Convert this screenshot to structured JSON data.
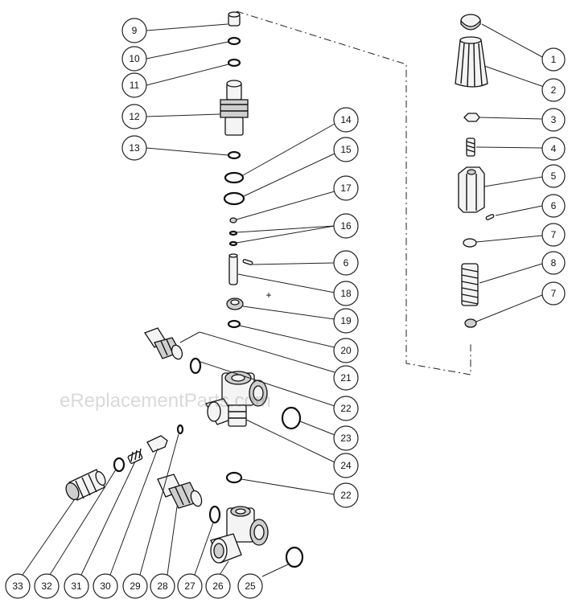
{
  "watermark": "eReplacementParts.com",
  "callouts": [
    {
      "id": "c1",
      "label": "1"
    },
    {
      "id": "c2",
      "label": "2"
    },
    {
      "id": "c3",
      "label": "3"
    },
    {
      "id": "c4",
      "label": "4"
    },
    {
      "id": "c5",
      "label": "5"
    },
    {
      "id": "c6a",
      "label": "6"
    },
    {
      "id": "c7a",
      "label": "7"
    },
    {
      "id": "c8",
      "label": "8"
    },
    {
      "id": "c7b",
      "label": "7"
    },
    {
      "id": "c9",
      "label": "9"
    },
    {
      "id": "c10",
      "label": "10"
    },
    {
      "id": "c11",
      "label": "11"
    },
    {
      "id": "c12",
      "label": "12"
    },
    {
      "id": "c13",
      "label": "13"
    },
    {
      "id": "c14",
      "label": "14"
    },
    {
      "id": "c15",
      "label": "15"
    },
    {
      "id": "c17",
      "label": "17"
    },
    {
      "id": "c16",
      "label": "16"
    },
    {
      "id": "c6b",
      "label": "6"
    },
    {
      "id": "c18",
      "label": "18"
    },
    {
      "id": "c19",
      "label": "19"
    },
    {
      "id": "c20",
      "label": "20"
    },
    {
      "id": "c21",
      "label": "21"
    },
    {
      "id": "c22a",
      "label": "22"
    },
    {
      "id": "c23",
      "label": "23"
    },
    {
      "id": "c24",
      "label": "24"
    },
    {
      "id": "c22b",
      "label": "22"
    },
    {
      "id": "c25",
      "label": "25"
    },
    {
      "id": "c26",
      "label": "26"
    },
    {
      "id": "c27",
      "label": "27"
    },
    {
      "id": "c28",
      "label": "28"
    },
    {
      "id": "c29",
      "label": "29"
    },
    {
      "id": "c30",
      "label": "30"
    },
    {
      "id": "c31",
      "label": "31"
    },
    {
      "id": "c32",
      "label": "32"
    },
    {
      "id": "c33",
      "label": "33"
    }
  ]
}
